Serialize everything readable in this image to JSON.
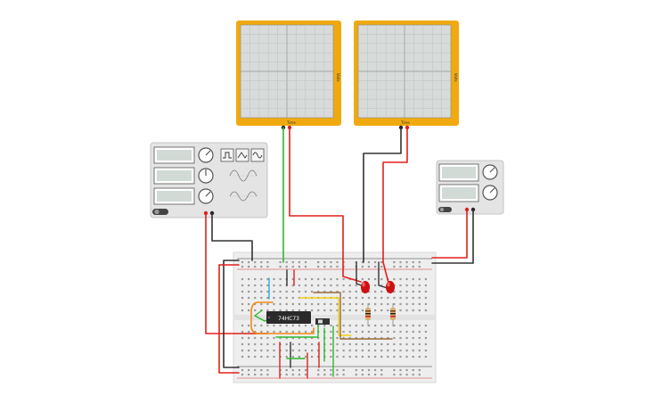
{
  "oscilloscopes": [
    {
      "time_label": "Time",
      "volts_label": "Volts"
    },
    {
      "time_label": "Time",
      "volts_label": "Volts"
    }
  ],
  "function_generator": {
    "waveform_icons": [
      "square-wave-icon",
      "triangle-wave-icon",
      "sine-wave-icon"
    ]
  },
  "chip": {
    "label": "74HC73"
  },
  "colors": {
    "scope_frame": "#f0aa10",
    "wire_red": "#e0201c",
    "wire_black": "#333333",
    "wire_green": "#2eb82e",
    "wire_orange": "#f08a10",
    "wire_yellow": "#f2d016",
    "wire_brown": "#9a6a3a",
    "wire_blue": "#33aadd",
    "led_red": "#cc1111",
    "breadboard": "#eeeeee"
  }
}
